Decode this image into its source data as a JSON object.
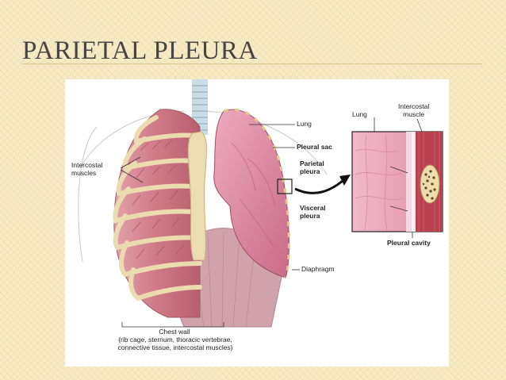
{
  "slide": {
    "title": "PARIETAL PLEURA"
  },
  "figure": {
    "labels": {
      "intercostal_muscles": "Intercostal\nmuscles",
      "lung": "Lung",
      "pleural_sac": "Pleural sac",
      "parietal_pleura": "Parietal\npleura",
      "visceral_pleura": "Visceral\npleura",
      "diaphragm": "Diaphragm",
      "chest_wall_title": "Chest wall",
      "chest_wall_detail": "(rib cage, sternum, thoracic vertebrae,\nconnective tissue, intercostal muscles)",
      "inset_lung": "Lung",
      "inset_intercostal_muscle": "Intercostal\nmuscle",
      "pleural_cavity": "Pleural cavity"
    },
    "colors": {
      "muscle": "#c9707e",
      "lung": "#d9809a",
      "rib": "#e9d6a6",
      "trachea": "#c8dde6",
      "inset_frame": "#222222",
      "arrow": "#111111"
    }
  }
}
